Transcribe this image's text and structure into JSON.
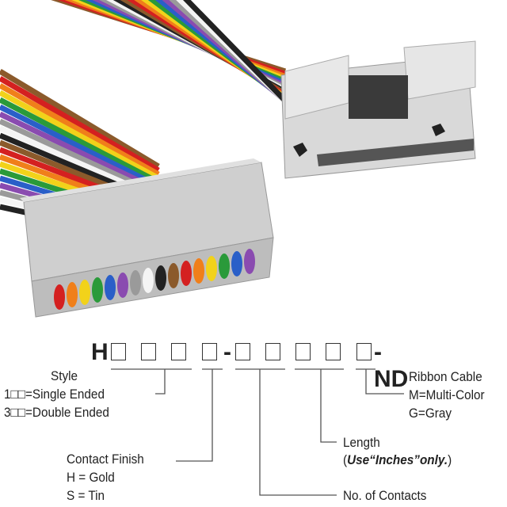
{
  "part_number": {
    "prefix": "H",
    "dash": "-",
    "suffix": "-ND"
  },
  "labels": {
    "style": {
      "title": "Style",
      "opt1": "1□□=Single Ended",
      "opt3": "3□□=Double Ended"
    },
    "contact_finish": {
      "title": "Contact Finish",
      "opt_h": "H = Gold",
      "opt_s": "S = Tin"
    },
    "contacts": {
      "title": "No. of Contacts"
    },
    "length": {
      "title": "Length",
      "note_open": "(",
      "note_bold": "Use“Inches”only.",
      "note_close": ")"
    },
    "ribbon": {
      "title": "Ribbon Cable",
      "opt_m": "M=Multi-Color",
      "opt_g": "G=Gray"
    }
  },
  "colors": {
    "wire_colors": [
      "#8b5a2b",
      "#d42020",
      "#f07f1a",
      "#f2d21a",
      "#2a9a3a",
      "#2a5fc8",
      "#8a4bb0",
      "#9a9a9a",
      "#f4f4f4",
      "#222222"
    ],
    "connector": "#d6d6d6"
  }
}
